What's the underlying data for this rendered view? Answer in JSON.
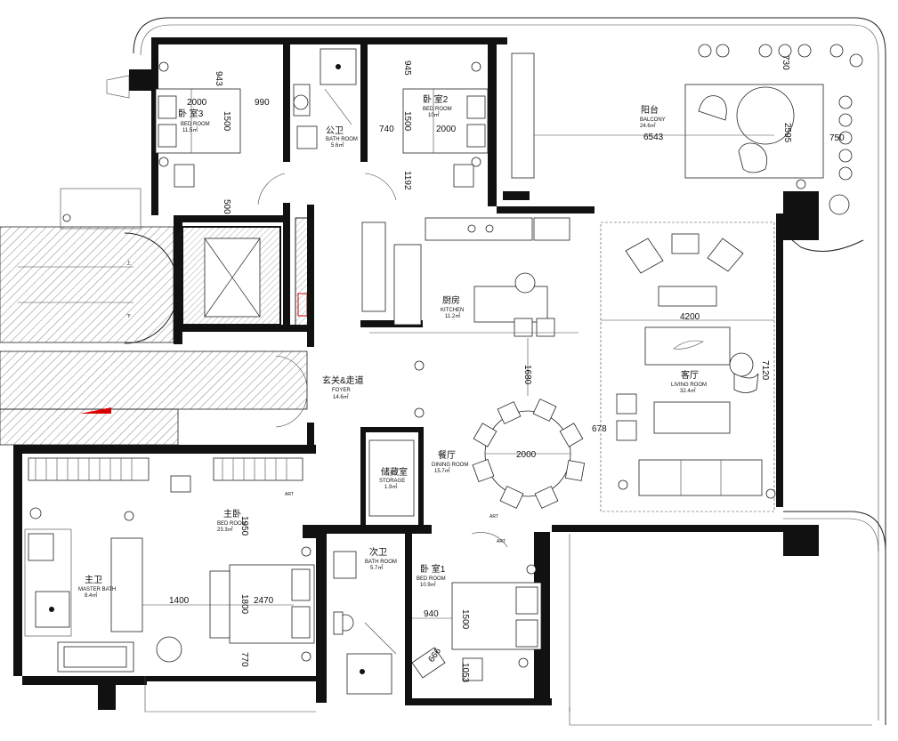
{
  "rooms": {
    "bedroom3": {
      "cn": "卧 室3",
      "en": "BED ROOM",
      "area": "11.5㎡"
    },
    "public_bath": {
      "cn": "公卫",
      "en": "BATH ROOM",
      "area": "5.6㎡"
    },
    "bedroom2": {
      "cn": "卧 室2",
      "en": "BED ROOM",
      "area": "10㎡"
    },
    "balcony": {
      "cn": "阳台",
      "en": "BALCONY",
      "area": "24.6㎡"
    },
    "kitchen": {
      "cn": "厨房",
      "en": "KITCHEN",
      "area": "11.2㎡"
    },
    "foyer": {
      "cn": "玄关&走道",
      "en": "FOYER",
      "area": "14.6㎡"
    },
    "living": {
      "cn": "客厅",
      "en": "LIVING ROOM",
      "area": "32.4㎡"
    },
    "dining": {
      "cn": "餐厅",
      "en": "DINING ROOM",
      "area": "15.7㎡"
    },
    "storage": {
      "cn": "储藏室",
      "en": "STORAGE",
      "area": "1.9㎡"
    },
    "master_bed": {
      "cn": "主卧",
      "en": "BED ROOM",
      "area": "23.3㎡"
    },
    "master_bath": {
      "cn": "主卫",
      "en": "MASTER BATH",
      "area": "8.4㎡"
    },
    "second_bath": {
      "cn": "次卫",
      "en": "BATH ROOM",
      "area": "5.7㎡"
    },
    "bedroom1": {
      "cn": "卧 室1",
      "en": "BED ROOM",
      "area": "10.9㎡"
    }
  },
  "dimensions": {
    "d943": "943",
    "d2000a": "2000",
    "d990": "990",
    "d1500a": "1500",
    "d500": "500",
    "d945": "945",
    "d740": "740",
    "d1500b": "1500",
    "d2000b": "2000",
    "d1192": "1192",
    "d6543": "6543",
    "d730": "730",
    "d2595": "2595",
    "d750": "750",
    "d4200": "4200",
    "d7120": "7120",
    "d1680": "1680",
    "d678": "678",
    "d2000c": "2000",
    "d1950": "1950",
    "d1400": "1400",
    "d1800": "1800",
    "d2470": "2470",
    "d770": "770",
    "d940": "940",
    "d1500c": "1500",
    "d666": "666",
    "d1053": "1053"
  },
  "markers": {
    "art1": "ART",
    "art2": "ART",
    "art3": "ART",
    "stair_up": "上",
    "stair_down": "下"
  }
}
